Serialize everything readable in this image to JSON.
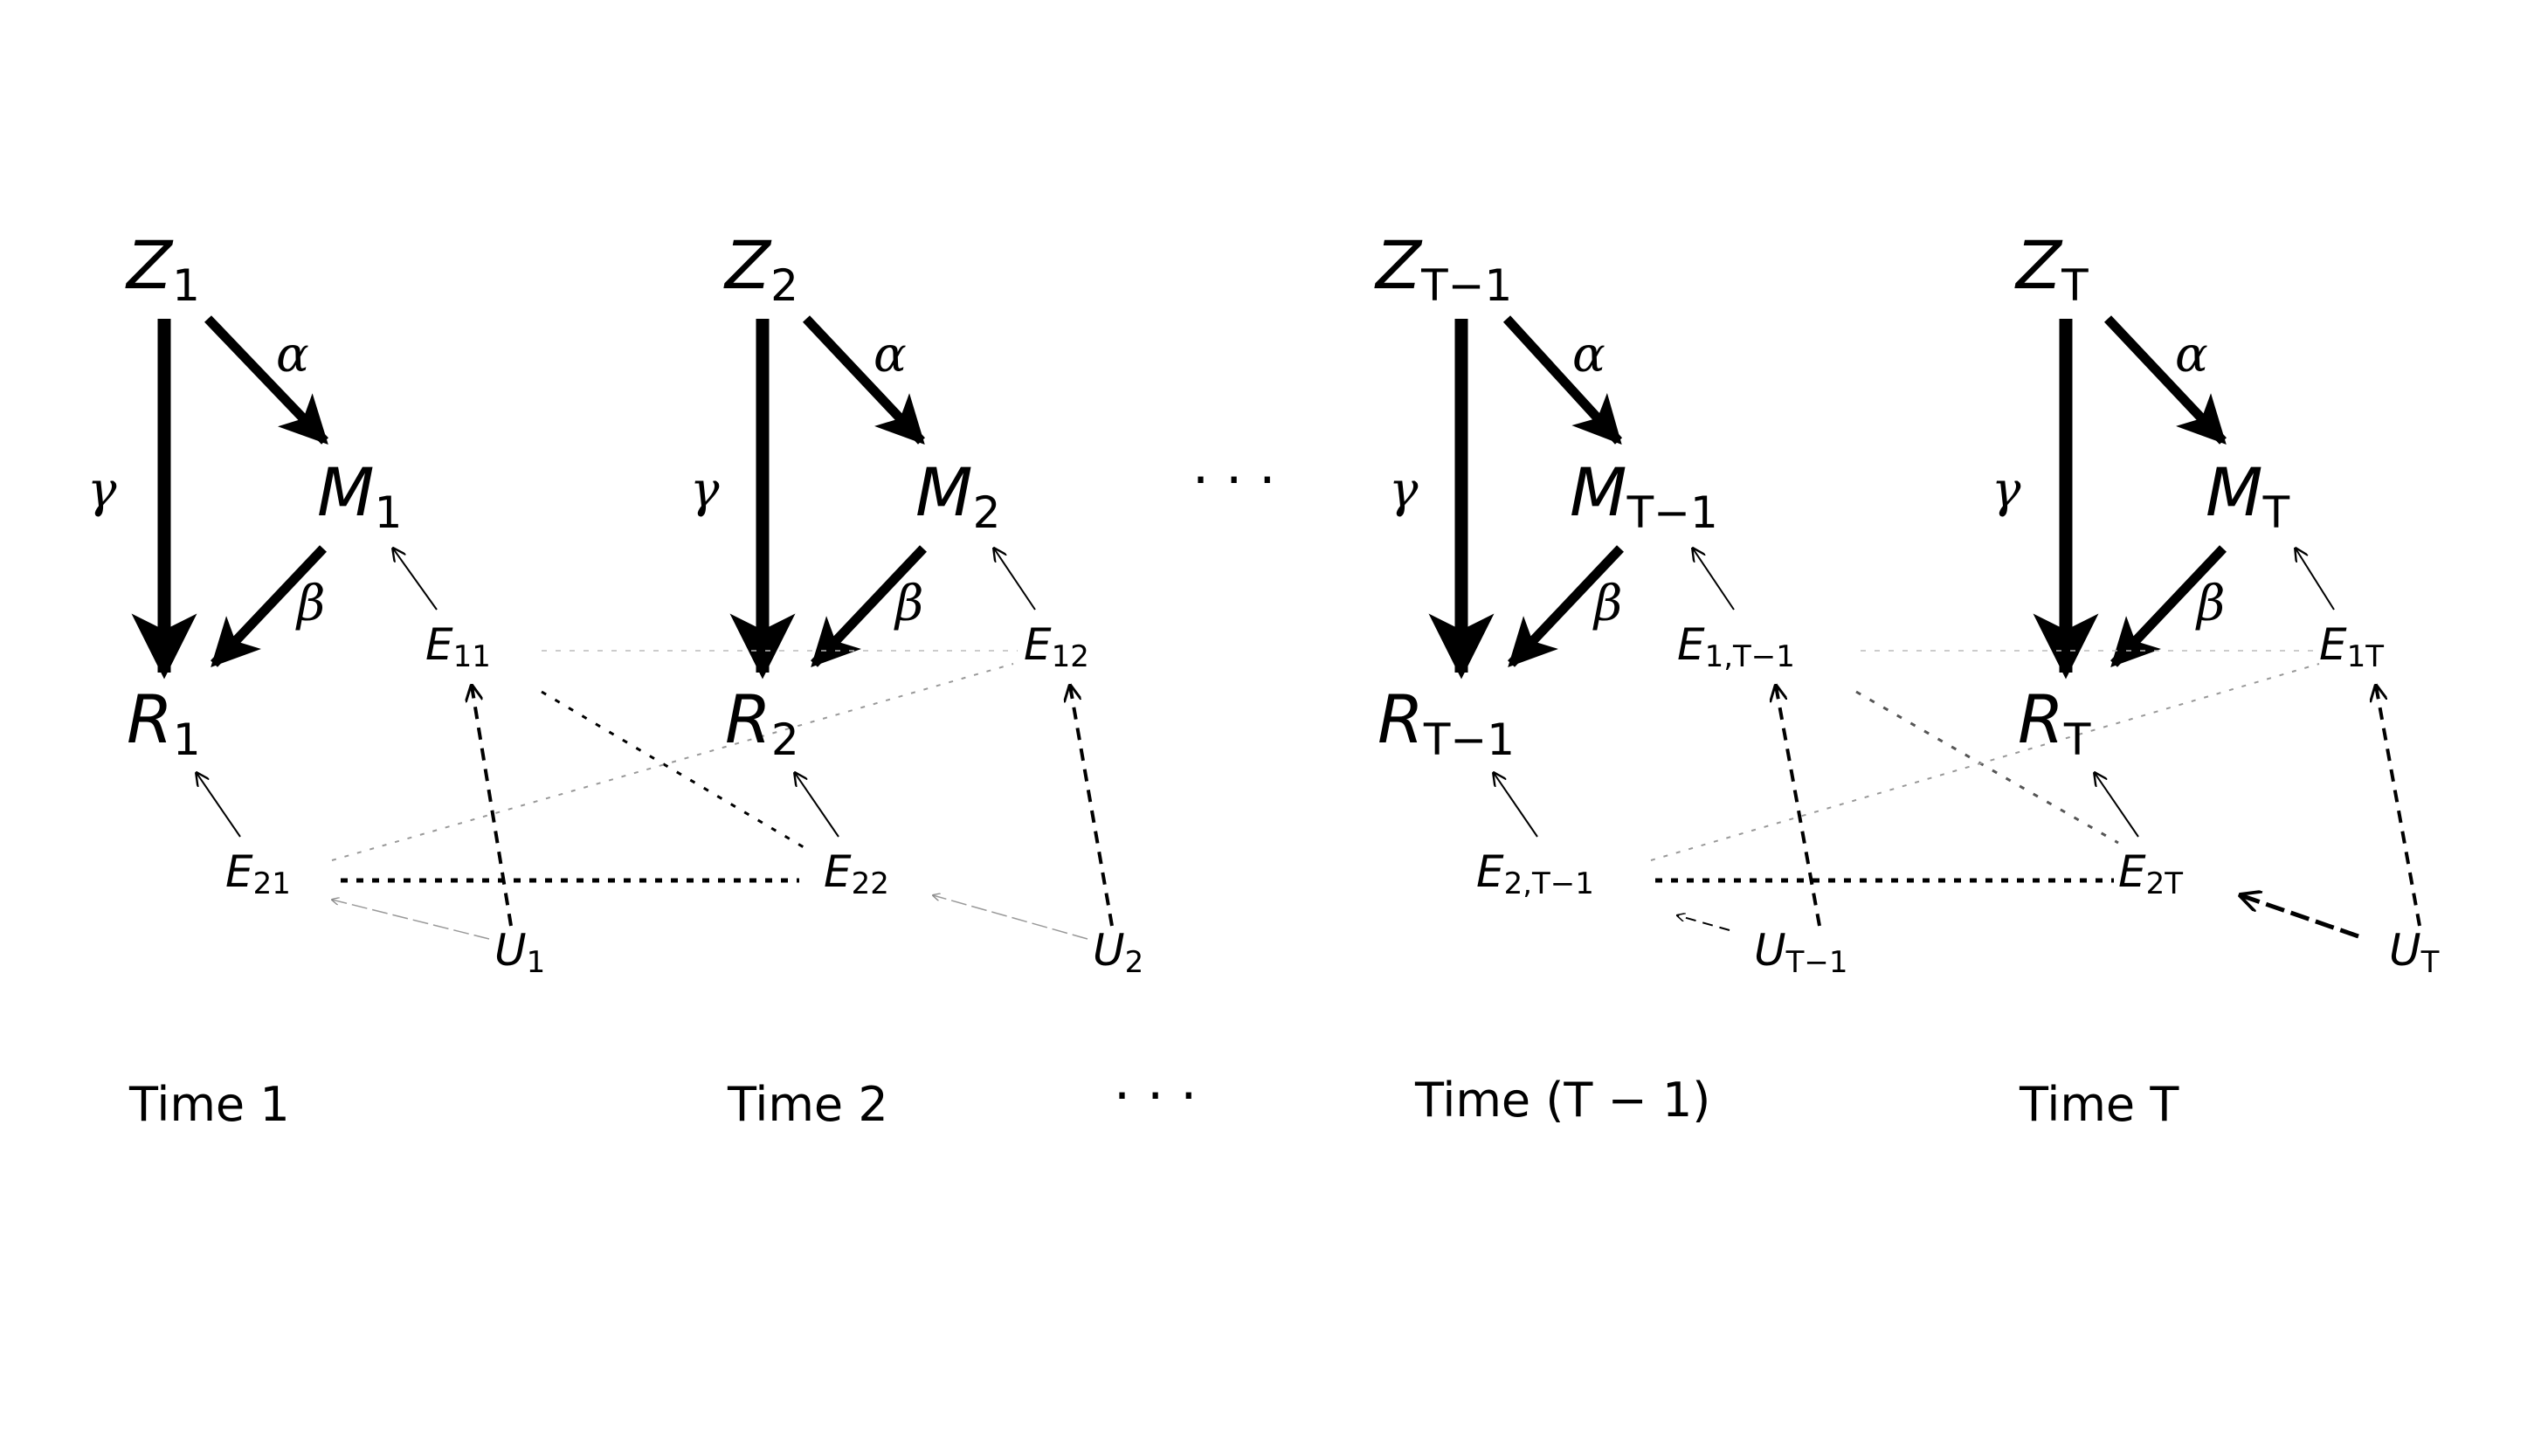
{
  "nodes": {
    "z1": {
      "base": "Z",
      "sub": "1"
    },
    "m1": {
      "base": "M",
      "sub": "1"
    },
    "r1": {
      "base": "R",
      "sub": "1"
    },
    "e11": {
      "base": "E",
      "sub": "11"
    },
    "e21": {
      "base": "E",
      "sub": "21"
    },
    "u1": {
      "base": "U",
      "sub": "1"
    },
    "z2": {
      "base": "Z",
      "sub": "2"
    },
    "m2": {
      "base": "M",
      "sub": "2"
    },
    "r2": {
      "base": "R",
      "sub": "2"
    },
    "e12": {
      "base": "E",
      "sub": "12"
    },
    "e22": {
      "base": "E",
      "sub": "22"
    },
    "u2": {
      "base": "U",
      "sub": "2"
    },
    "zt1": {
      "base": "Z",
      "sub": "T−1"
    },
    "mt1": {
      "base": "M",
      "sub": "T−1"
    },
    "rt1": {
      "base": "R",
      "sub": "T−1"
    },
    "e1t1": {
      "base": "E",
      "sub": "1,T−1"
    },
    "e2t1": {
      "base": "E",
      "sub": "2,T−1"
    },
    "ut1": {
      "base": "U",
      "sub": "T−1"
    },
    "zt": {
      "base": "Z",
      "sub": "T"
    },
    "mt": {
      "base": "M",
      "sub": "T"
    },
    "rt": {
      "base": "R",
      "sub": "T"
    },
    "e1t": {
      "base": "E",
      "sub": "1T"
    },
    "e2t": {
      "base": "E",
      "sub": "2T"
    },
    "ut": {
      "base": "U",
      "sub": "T"
    }
  },
  "edge_labels": {
    "alpha": "α",
    "beta": "β",
    "gamma": "γ"
  },
  "ellipsis": "· · ·",
  "time_labels": {
    "t1": "Time 1",
    "t2": "Time 2",
    "t3": "Time (T − 1)",
    "t4": "Time T"
  }
}
